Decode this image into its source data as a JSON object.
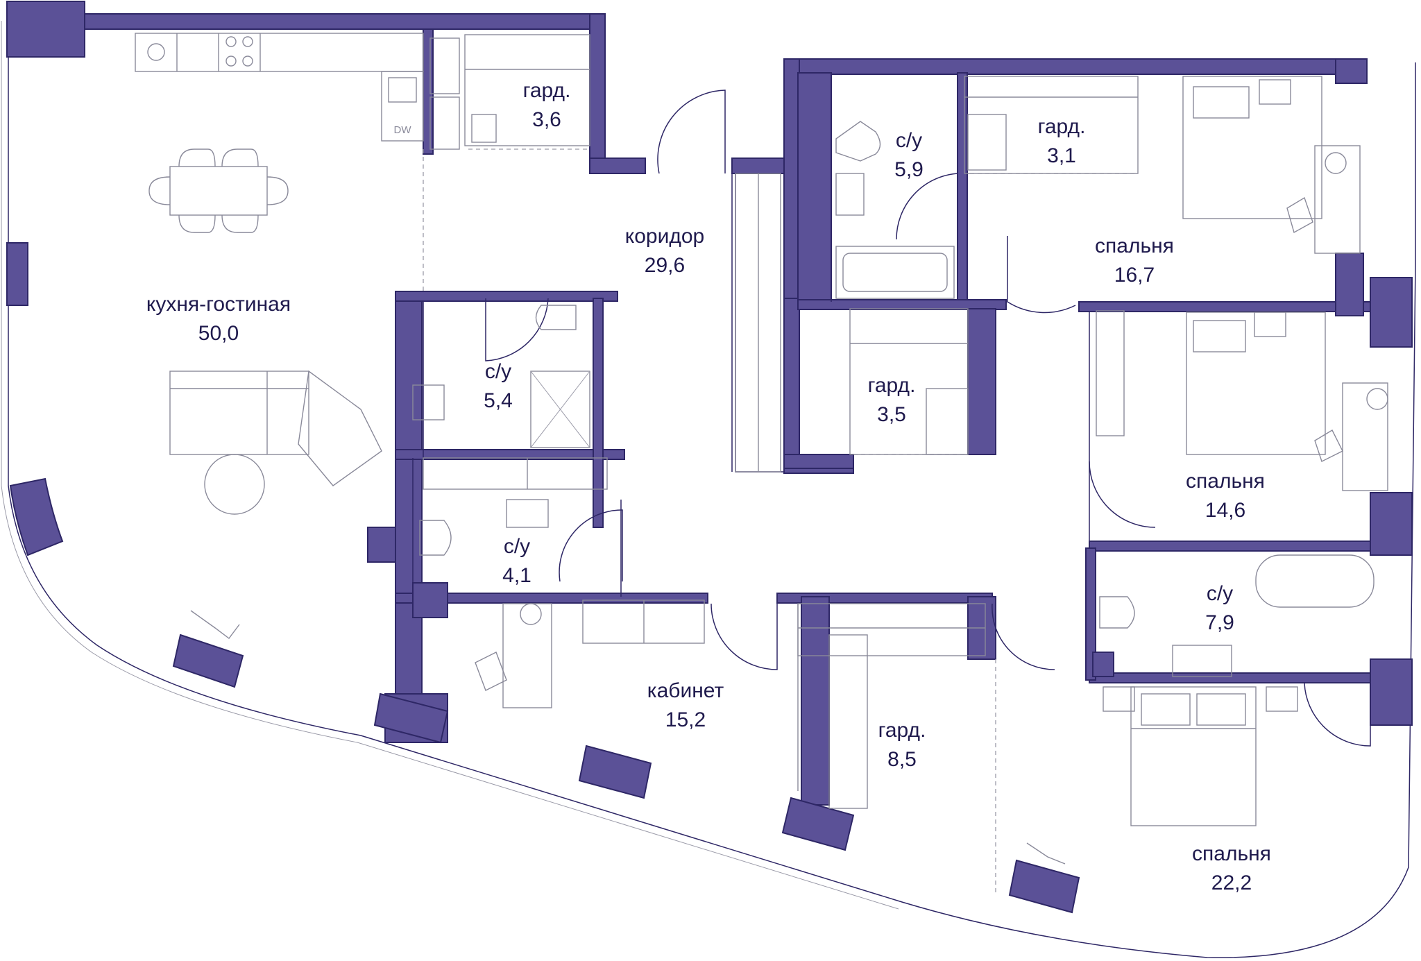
{
  "plan": {
    "colors": {
      "wall": "#5b5197",
      "text": "#1f1a4d",
      "furniture": "#8a8a9a"
    },
    "rooms": [
      {
        "id": "kitchen-living",
        "name": "кухня-гостиная",
        "area": "50,0"
      },
      {
        "id": "wardrobe-1",
        "name": "гард.",
        "area": "3,6"
      },
      {
        "id": "corridor",
        "name": "коридор",
        "area": "29,6"
      },
      {
        "id": "bathroom-1",
        "name": "с/у",
        "area": "5,9"
      },
      {
        "id": "wardrobe-2",
        "name": "гард.",
        "area": "3,1"
      },
      {
        "id": "bedroom-1",
        "name": "спальня",
        "area": "16,7"
      },
      {
        "id": "bathroom-2",
        "name": "с/у",
        "area": "5,4"
      },
      {
        "id": "wardrobe-3",
        "name": "гард.",
        "area": "3,5"
      },
      {
        "id": "bedroom-2",
        "name": "спальня",
        "area": "14,6"
      },
      {
        "id": "bathroom-3",
        "name": "с/у",
        "area": "4,1"
      },
      {
        "id": "bathroom-4",
        "name": "с/у",
        "area": "7,9"
      },
      {
        "id": "study",
        "name": "кабинет",
        "area": "15,2"
      },
      {
        "id": "wardrobe-4",
        "name": "гард.",
        "area": "8,5"
      },
      {
        "id": "bedroom-3",
        "name": "спальня",
        "area": "22,2"
      }
    ],
    "appliances": {
      "dishwasher": "DW"
    }
  }
}
